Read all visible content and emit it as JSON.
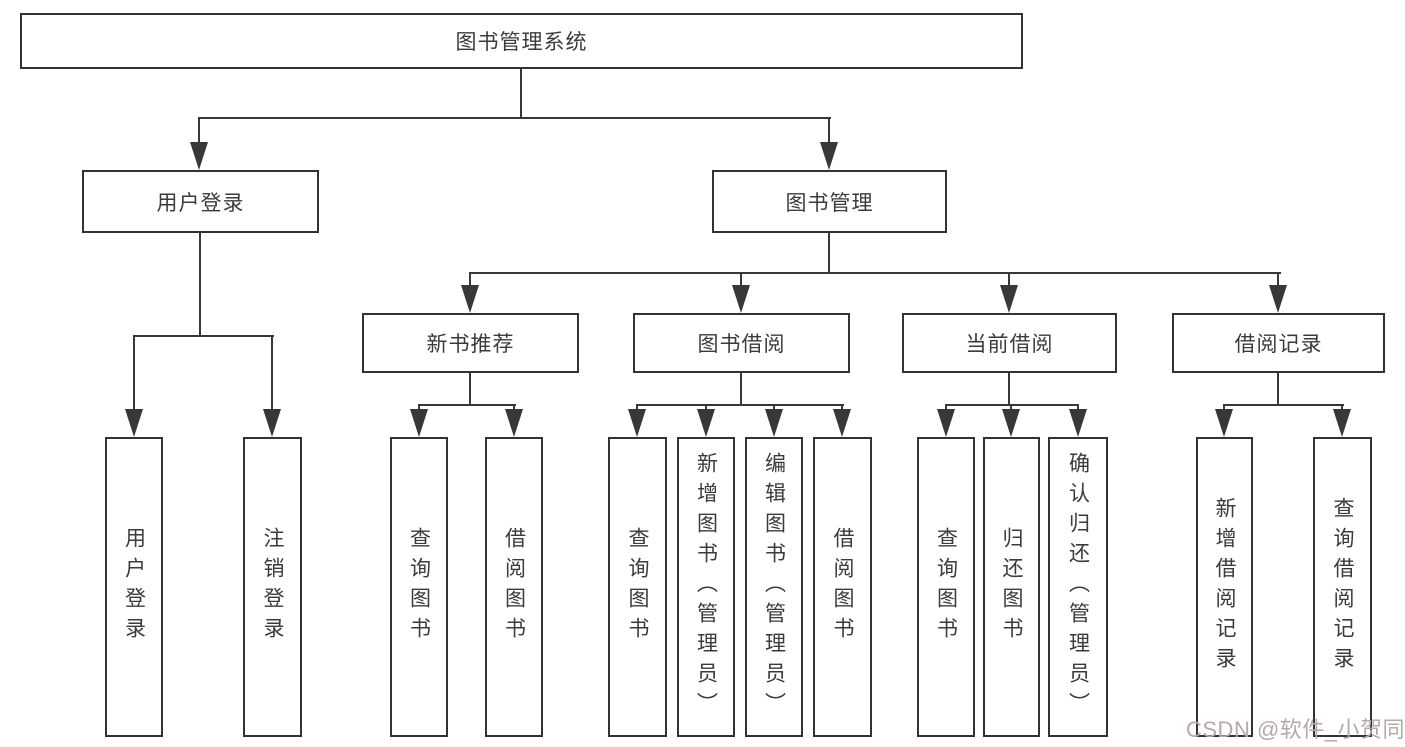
{
  "diagram": {
    "type": "hierarchy-tree",
    "root": {
      "label": "图书管理系统"
    },
    "level1": [
      {
        "label": "用户登录"
      },
      {
        "label": "图书管理"
      }
    ],
    "level2": [
      {
        "label": "新书推荐",
        "parent": "图书管理"
      },
      {
        "label": "图书借阅",
        "parent": "图书管理"
      },
      {
        "label": "当前借阅",
        "parent": "图书管理"
      },
      {
        "label": "借阅记录",
        "parent": "图书管理"
      }
    ],
    "leaves": [
      {
        "label": "用户登录",
        "parent": "用户登录"
      },
      {
        "label": "注销登录",
        "parent": "用户登录"
      },
      {
        "label": "查询图书",
        "parent": "新书推荐"
      },
      {
        "label": "借阅图书",
        "parent": "新书推荐"
      },
      {
        "label": "查询图书",
        "parent": "图书借阅"
      },
      {
        "label": "新增图书（管理员）",
        "parent": "图书借阅"
      },
      {
        "label": "编辑图书（管理员）",
        "parent": "图书借阅"
      },
      {
        "label": "借阅图书",
        "parent": "图书借阅"
      },
      {
        "label": "查询图书",
        "parent": "当前借阅"
      },
      {
        "label": "归还图书",
        "parent": "当前借阅"
      },
      {
        "label": "确认归还（管理员）",
        "parent": "当前借阅"
      },
      {
        "label": "新增借阅记录",
        "parent": "借阅记录"
      },
      {
        "label": "查询借阅记录",
        "parent": "借阅记录"
      }
    ],
    "watermark": "CSDN @软件_小贺同学",
    "colors": {
      "line": "#383838",
      "border": "#333333",
      "text": "#3b3b3b",
      "watermark": "#b5a8a8",
      "background": "#ffffff"
    }
  }
}
